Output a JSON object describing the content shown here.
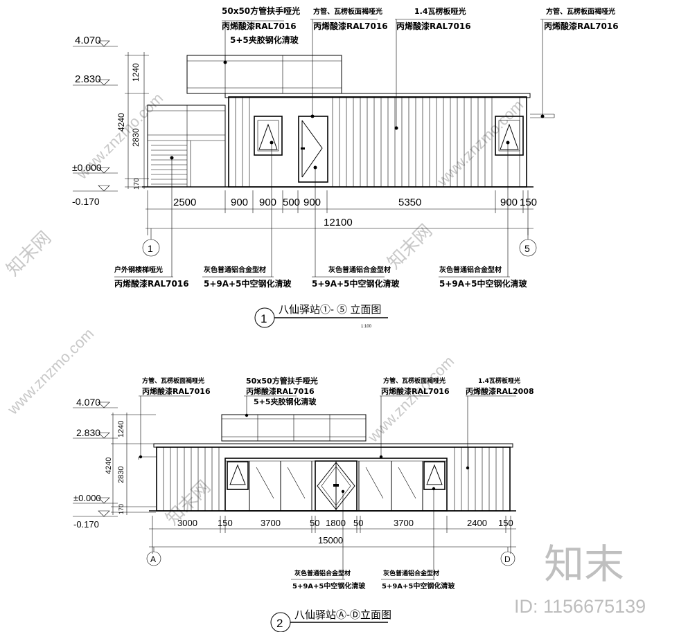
{
  "drawing1": {
    "levels": [
      "4.070",
      "2.830",
      "±0.000",
      "-0.170"
    ],
    "vertical_dims": [
      "1240",
      "2830",
      "4240",
      "170"
    ],
    "horizontal_dims": [
      "2500",
      "900",
      "900",
      "500",
      "900",
      "5350",
      "900",
      "150"
    ],
    "total_dim": "12100",
    "axis_left": "1",
    "axis_right": "5",
    "top_notes": [
      {
        "l1": "50x50方管扶手哑光",
        "l2": "丙烯酸漆RAL7016",
        "l3": "5+5夹胶钢化清玻"
      },
      {
        "l1": "方管、瓦楞板面褐哑光",
        "l2": "丙烯酸漆RAL7016",
        "l3": ""
      },
      {
        "l1": "1.4瓦楞板哑光",
        "l2": "丙烯酸漆RAL7016",
        "l3": ""
      },
      {
        "l1": "方管、瓦楞板面褐哑光",
        "l2": "丙烯酸漆RAL7016",
        "l3": ""
      }
    ],
    "bottom_notes": [
      {
        "l1": "户外钢楼梯哑光",
        "l2": "丙烯酸漆RAL7016"
      },
      {
        "l1": "灰色普通铝合金型材",
        "l2": "5+9A+5中空钢化清玻"
      },
      {
        "l1": "灰色普通铝合金型材",
        "l2": "5+9A+5中空钢化清玻"
      },
      {
        "l1": "灰色普通铝合金型材",
        "l2": "5+9A+5中空钢化清玻"
      }
    ],
    "title_num": "1",
    "title": "八仙驿站①- ⑤ 立面图",
    "scale": "1:100"
  },
  "drawing2": {
    "levels": [
      "4.070",
      "2.830",
      "±0.000",
      "-0.170"
    ],
    "vertical_dims": [
      "1240",
      "2830",
      "4240",
      "170"
    ],
    "horizontal_dims": [
      "3000",
      "150",
      "3700",
      "50",
      "1800",
      "50",
      "3700",
      "2400",
      "150"
    ],
    "total_dim": "15000",
    "axis_left": "A",
    "axis_right": "D",
    "top_notes": [
      {
        "l1": "方管、瓦楞板面褐哑光",
        "l2": "丙烯酸漆RAL7016",
        "l3": ""
      },
      {
        "l1": "50x50方管扶手哑光",
        "l2": "丙烯酸漆RAL7016",
        "l3": "5+5夹胶钢化清玻"
      },
      {
        "l1": "方管、瓦楞板面褐哑光",
        "l2": "丙烯酸漆RAL7016",
        "l3": ""
      },
      {
        "l1": "1.4瓦楞板哑光",
        "l2": "丙烯酸漆RAL2008",
        "l3": ""
      }
    ],
    "bottom_notes": [
      {
        "l1": "灰色普通铝合金型材",
        "l2": "5+9A+5中空钢化清玻"
      },
      {
        "l1": "灰色普通铝合金型材",
        "l2": "5+9A+5中空钢化清玻"
      }
    ],
    "title_num": "2",
    "title": "八仙驿站Ⓐ-Ⓓ立面图"
  },
  "watermark": {
    "logo": "知末",
    "id_text": "ID: 1156675139",
    "site": "www.znzmo.com",
    "brand": "知末网"
  }
}
